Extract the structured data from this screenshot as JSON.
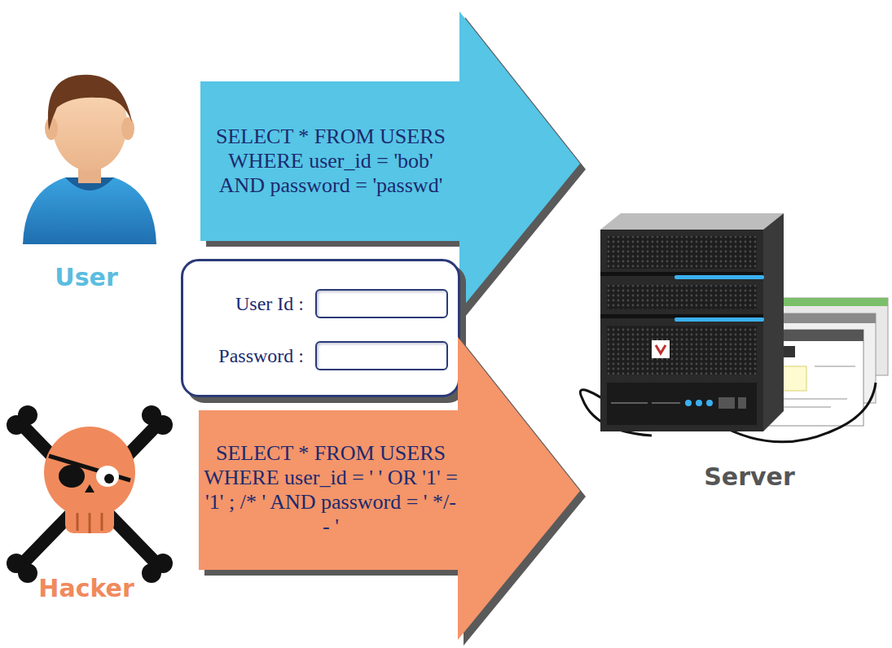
{
  "diagram": {
    "nodes": [
      {
        "text": [
          "SELECT * FROM USERS WHERE user_id = 'bob' AND password = 'passwd'"
        ]
      },
      {
        "text": [
          "User Id :",
          "Password :"
        ]
      },
      {
        "text": [
          "SELECT * FROM USERS WHERE user_id = ' ' OR '1' = '1' ; /* ' AND password = ' */-- '"
        ]
      }
    ],
    "labels": [
      "User",
      "Hacker",
      "Server"
    ]
  }
}
